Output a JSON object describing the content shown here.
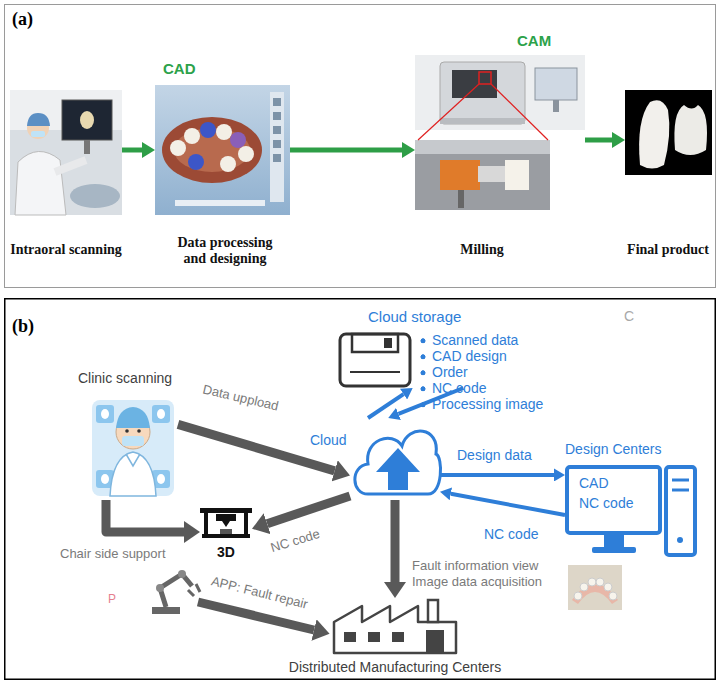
{
  "diagram": {
    "nodes": [
      {
        "text": [
          "(a)"
        ]
      },
      {
        "text": [
          "Intraoral scanning"
        ],
        "in": 0
      },
      {
        "text": [
          "Data processing and designing"
        ],
        "in": 0
      },
      {
        "text": [
          "Milling"
        ],
        "in": 0
      },
      {
        "text": [
          "Final product"
        ],
        "in": 0
      },
      {
        "text": [
          "(b)"
        ]
      },
      {
        "text": [
          "Cloud storage",
          "Scanned data",
          "CAD design",
          "Order",
          "NC code",
          "Processing image"
        ],
        "in": 5
      },
      {
        "text": [
          "Clinic scanning"
        ],
        "in": 5
      },
      {
        "text": [
          "Cloud"
        ],
        "in": 5
      },
      {
        "text": [
          "Design Centers",
          "CAD",
          "NC code"
        ],
        "in": 5
      },
      {
        "text": [
          "3D"
        ],
        "in": 5
      },
      {
        "text": [
          "Distributed Manufacturing Centers"
        ],
        "in": 5
      }
    ],
    "edges": [
      {
        "from": 1,
        "to": 2,
        "arrow": "to"
      },
      {
        "from": 2,
        "to": 3,
        "arrow": "to"
      },
      {
        "from": 3,
        "to": 4,
        "arrow": "to"
      },
      {
        "from": 7,
        "to": 8,
        "label": "Data uppload",
        "arrow": "to"
      },
      {
        "from": 8,
        "to": 6,
        "arrow": "to"
      },
      {
        "from": 6,
        "to": 8,
        "arrow": "to"
      },
      {
        "from": 8,
        "to": 9,
        "label": "Design data",
        "arrow": "to"
      },
      {
        "from": 9,
        "to": 8,
        "label": "NC code",
        "arrow": "to"
      },
      {
        "from": 8,
        "to": 10,
        "label": "NC code",
        "arrow": "to"
      },
      {
        "from": 7,
        "to": 10,
        "label": "Chair side support",
        "arrow": "to"
      },
      {
        "from": 8,
        "to": 11,
        "label": "Fault information view Image data acquisition",
        "arrow": "to"
      }
    ],
    "labels": [
      "CAD",
      "CAM",
      "C",
      "P",
      "APP: Fault repair"
    ]
  }
}
